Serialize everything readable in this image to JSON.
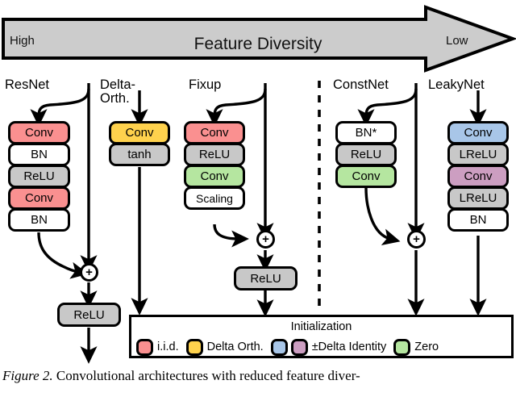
{
  "banner": {
    "title": "Feature Diversity",
    "left_label": "High",
    "right_label": "Low",
    "fill": "#cccccc"
  },
  "columns": [
    {
      "name": "ResNet",
      "blocks": [
        {
          "label": "Conv",
          "fill": "#fa9090"
        },
        {
          "label": "BN",
          "fill": "#ffffff"
        },
        {
          "label": "ReLU",
          "fill": "#c8c8c8"
        },
        {
          "label": "Conv",
          "fill": "#fa9090"
        },
        {
          "label": "BN",
          "fill": "#ffffff"
        }
      ],
      "merge": "+",
      "post_block": {
        "label": "ReLU",
        "fill": "#c8c8c8"
      }
    },
    {
      "name": "Delta-Orth.",
      "blocks": [
        {
          "label": "Conv",
          "fill": "#ffd24d"
        },
        {
          "label": "tanh",
          "fill": "#c8c8c8"
        }
      ],
      "merge": "",
      "post_block": null
    },
    {
      "name": "Fixup",
      "blocks": [
        {
          "label": "Conv",
          "fill": "#fa9090"
        },
        {
          "label": "ReLU",
          "fill": "#c8c8c8"
        },
        {
          "label": "Conv",
          "fill": "#b5e6a0"
        },
        {
          "label": "Scaling",
          "fill": "#ffffff"
        }
      ],
      "merge": "+",
      "post_block": {
        "label": "ReLU",
        "fill": "#c8c8c8"
      }
    },
    {
      "name": "ConstNet",
      "blocks": [
        {
          "label": "BN*",
          "fill": "#ffffff"
        },
        {
          "label": "ReLU",
          "fill": "#c8c8c8"
        },
        {
          "label": "Conv",
          "fill": "#b5e6a0"
        }
      ],
      "merge": "+",
      "post_block": null
    },
    {
      "name": "LeakyNet",
      "blocks": [
        {
          "label": "Conv",
          "fill": "#a8c6e8"
        },
        {
          "label": "LReLU",
          "fill": "#c8c8c8"
        },
        {
          "label": "Conv",
          "fill": "#cc9ec1"
        },
        {
          "label": "LReLU",
          "fill": "#c8c8c8"
        },
        {
          "label": "BN",
          "fill": "#ffffff"
        }
      ],
      "merge": "",
      "post_block": null
    }
  ],
  "legend": {
    "title": "Initialization",
    "items": [
      {
        "swatches": [
          "#fa9090"
        ],
        "label": "i.i.d."
      },
      {
        "swatches": [
          "#ffd24d"
        ],
        "label": "Delta Orth."
      },
      {
        "swatches": [
          "#a8c6e8",
          "#cc9ec1"
        ],
        "label": "±Delta Identity"
      },
      {
        "swatches": [
          "#b5e6a0"
        ],
        "label": "Zero"
      }
    ]
  },
  "caption": {
    "figure_label": "Figure 2.",
    "text": " Convolutional architectures with reduced feature diver-"
  }
}
